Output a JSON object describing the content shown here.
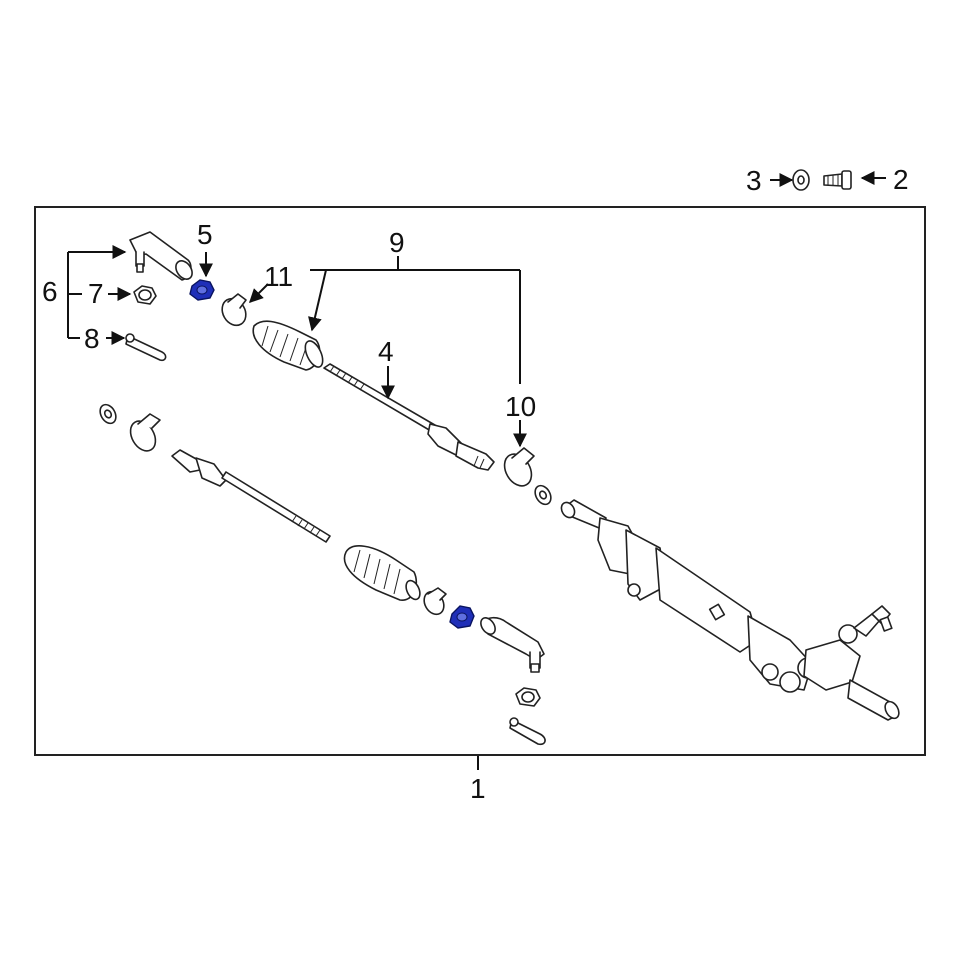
{
  "callouts": {
    "c1": "1",
    "c2": "2",
    "c3": "3",
    "c4": "4",
    "c5": "5",
    "c6": "6",
    "c7": "7",
    "c8": "8",
    "c9": "9",
    "c10": "10",
    "c11": "11"
  },
  "colors": {
    "highlight": "#1f2fb8",
    "line": "#111111",
    "frame": "#222222"
  }
}
